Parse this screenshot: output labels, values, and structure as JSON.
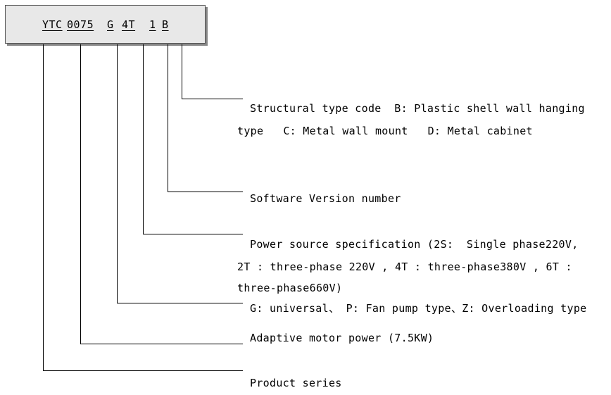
{
  "code": {
    "seg_series": "YTC",
    "seg_power": "0075",
    "seg_type": "G",
    "seg_voltage": "4T",
    "seg_version": "1",
    "seg_structure": "B"
  },
  "labels": {
    "structure_line1": "Structural type code  B: Plastic shell wall hanging",
    "structure_line2": "type   C: Metal wall mount   D: Metal cabinet",
    "version": "Software Version number",
    "power_line1": "Power source specification (2S:  Single phase220V,",
    "power_line2": "2T : three-phase 220V , 4T : three-phase380V , 6T :",
    "power_line3": "three-phase660V)",
    "type": "G: universal、 P: Fan pump type、Z: Overloading type",
    "motor": "Adaptive motor power (7.5KW)",
    "series": "Product series"
  }
}
